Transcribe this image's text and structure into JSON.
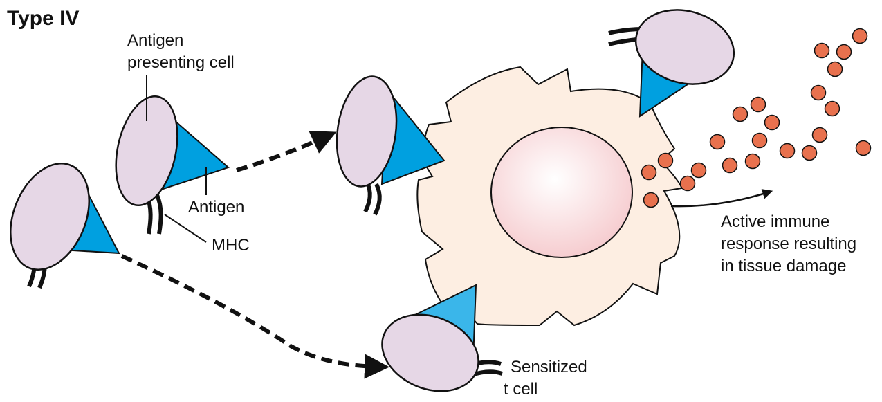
{
  "title": "Type IV",
  "labels": {
    "apc_line1": "Antigen",
    "apc_line2": "presenting cell",
    "antigen": "Antigen",
    "mhc": "MHC",
    "response_line1": "Active immune",
    "response_line2": "response resulting",
    "response_line3": "in tissue damage",
    "tcell_line1": "Sensitized",
    "tcell_line2": "t cell"
  },
  "colors": {
    "apc_body": "#e6d7e6",
    "antigen": "#00a0e0",
    "antigen_light": "#3ab6ea",
    "target_cell": "#fdeee2",
    "nucleus": "#f9d6d7",
    "cytokine": "#e8714e",
    "outline": "#111111"
  }
}
